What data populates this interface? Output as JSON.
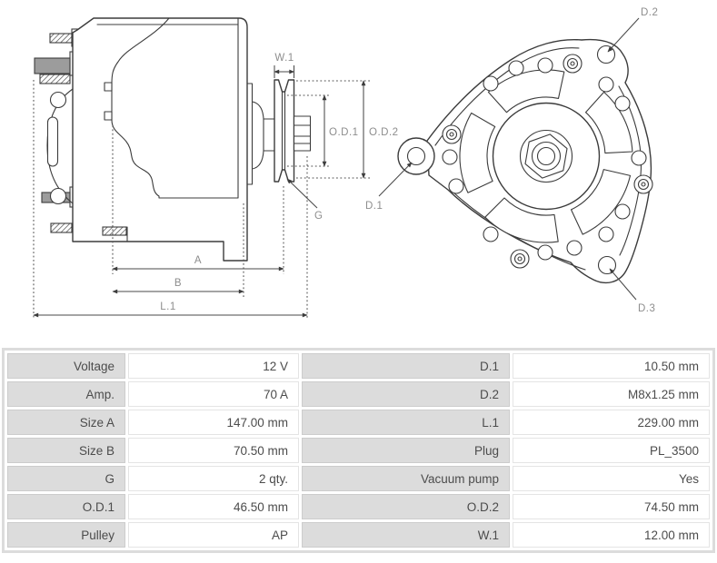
{
  "diagram": {
    "side_view_labels": {
      "w1": "W.1",
      "od1": "O.D.1",
      "od2": "O.D.2",
      "g": "G",
      "a": "A",
      "b": "B",
      "l1": "L.1"
    },
    "front_view_labels": {
      "d1": "D.1",
      "d2": "D.2",
      "d3": "D.3"
    }
  },
  "spec_table": {
    "rows": [
      {
        "label1": "Voltage",
        "value1": "12 V",
        "label2": "D.1",
        "value2": "10.50 mm"
      },
      {
        "label1": "Amp.",
        "value1": "70 A",
        "label2": "D.2",
        "value2": "M8x1.25 mm"
      },
      {
        "label1": "Size A",
        "value1": "147.00 mm",
        "label2": "L.1",
        "value2": "229.00 mm"
      },
      {
        "label1": "Size B",
        "value1": "70.50 mm",
        "label2": "Plug",
        "value2": "PL_3500"
      },
      {
        "label1": "G",
        "value1": "2 qty.",
        "label2": "Vacuum pump",
        "value2": "Yes"
      },
      {
        "label1": "O.D.1",
        "value1": "46.50 mm",
        "label2": "O.D.2",
        "value2": "74.50 mm"
      },
      {
        "label1": "Pulley",
        "value1": "AP",
        "label2": "W.1",
        "value2": "12.00 mm"
      }
    ]
  },
  "colors": {
    "line": "#3c3c3c",
    "dimension_label": "#8d8d8d",
    "table_label_bg": "#dcdcdc",
    "table_text": "#4c4c4c"
  }
}
